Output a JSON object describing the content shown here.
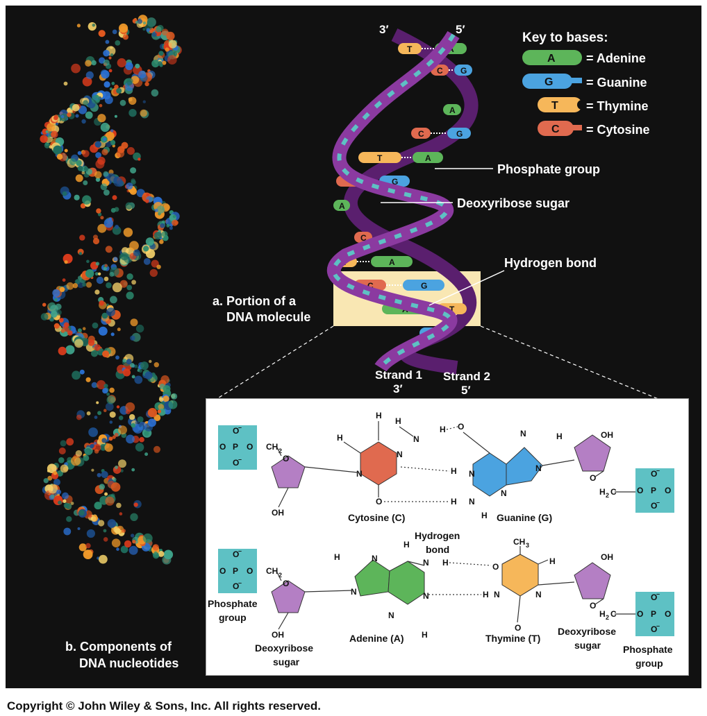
{
  "copyright": "Copyright © John Wiley & Sons, Inc. All rights reserved.",
  "colors": {
    "adenine": "#5db55a",
    "guanine": "#4ba3e0",
    "thymine": "#f6b75a",
    "cytosine": "#e06a4f",
    "phosphate": "#5ec1c4",
    "sugar": "#b47fc4",
    "backbone": "#7b2c8e",
    "highlight": "#f9e7b3",
    "background": "#111111"
  },
  "helix": {
    "strand_top_left": "3′",
    "strand_top_right": "5′",
    "strand1_label": "Strand 1",
    "strand1_end": "3′",
    "strand2_label": "Strand 2",
    "strand2_end": "5′",
    "letters": {
      "a": "A",
      "g": "G",
      "t": "T",
      "c": "C"
    }
  },
  "key": {
    "title": "Key to bases:",
    "items": [
      {
        "letter": "A",
        "label": "= Adenine"
      },
      {
        "letter": "G",
        "label": "= Guanine"
      },
      {
        "letter": "T",
        "label": "= Thymine"
      },
      {
        "letter": "C",
        "label": "= Cytosine"
      }
    ]
  },
  "callouts": {
    "phosphate": "Phosphate group",
    "sugar": "Deoxyribose sugar",
    "hbond": "Hydrogen bond"
  },
  "part_a": {
    "line1": "a. Portion of a",
    "line2": "DNA molecule"
  },
  "part_b": {
    "line1": "b. Components of",
    "line2": "DNA nucleotides"
  },
  "chem": {
    "cytosine": "Cytosine (C)",
    "guanine": "Guanine (G)",
    "adenine": "Adenine (A)",
    "thymine": "Thymine (T)",
    "hbond_l1": "Hydrogen",
    "hbond_l2": "bond",
    "phosphate_l1": "Phosphate",
    "phosphate_l2": "group",
    "sugar_l1": "Deoxyribose",
    "sugar_l2": "sugar",
    "atoms": {
      "H": "H",
      "N": "N",
      "O": "O",
      "OH": "OH",
      "CH2": "CH",
      "sub2": "2",
      "H2C": "H",
      "C": "C",
      "CH3": "CH",
      "sub3": "3",
      "P": "P",
      "Om": "O",
      "minus": "–"
    }
  }
}
